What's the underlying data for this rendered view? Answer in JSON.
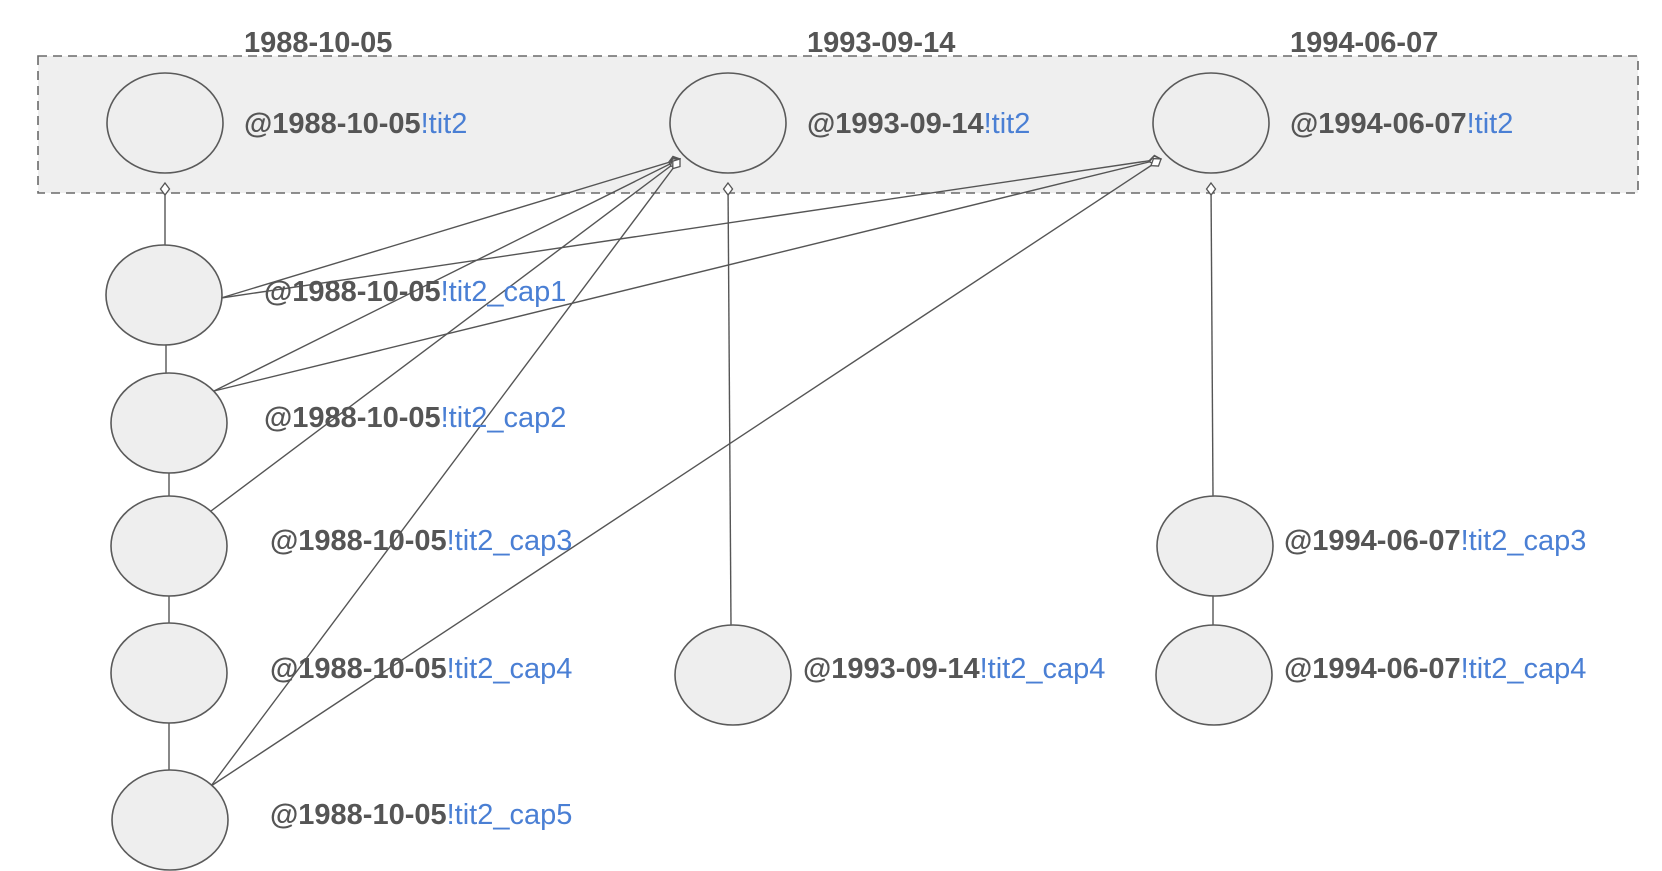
{
  "group": {
    "dates": [
      "1988-10-05",
      "1993-09-14",
      "1994-06-07"
    ]
  },
  "nodes": [
    {
      "id": "n1988",
      "date": "@1988-10-05",
      "suffix": "!tit2"
    },
    {
      "id": "n1993",
      "date": "@1993-09-14",
      "suffix": "!tit2"
    },
    {
      "id": "n1994",
      "date": "@1994-06-07",
      "suffix": "!tit2"
    },
    {
      "id": "c1",
      "date": "@1988-10-05",
      "suffix": "!tit2_cap1"
    },
    {
      "id": "c2",
      "date": "@1988-10-05",
      "suffix": "!tit2_cap2"
    },
    {
      "id": "c3",
      "date": "@1988-10-05",
      "suffix": "!tit2_cap3"
    },
    {
      "id": "c4",
      "date": "@1988-10-05",
      "suffix": "!tit2_cap4"
    },
    {
      "id": "c5",
      "date": "@1988-10-05",
      "suffix": "!tit2_cap5"
    },
    {
      "id": "d4",
      "date": "@1993-09-14",
      "suffix": "!tit2_cap4"
    },
    {
      "id": "e3",
      "date": "@1994-06-07",
      "suffix": "!tit2_cap3"
    },
    {
      "id": "e4",
      "date": "@1994-06-07",
      "suffix": "!tit2_cap4"
    }
  ],
  "edges": [
    {
      "from": "n1988",
      "to": "c1",
      "type": "aggregation"
    },
    {
      "from": "c1",
      "to": "c2",
      "type": "plain"
    },
    {
      "from": "c2",
      "to": "c3",
      "type": "plain"
    },
    {
      "from": "c3",
      "to": "c4",
      "type": "plain"
    },
    {
      "from": "c4",
      "to": "c5",
      "type": "plain"
    },
    {
      "from": "n1993",
      "to": "d4",
      "type": "aggregation"
    },
    {
      "from": "n1994",
      "to": "e3",
      "type": "aggregation"
    },
    {
      "from": "e3",
      "to": "e4",
      "type": "plain"
    },
    {
      "from": "n1993",
      "to": "c1",
      "type": "aggregation"
    },
    {
      "from": "n1993",
      "to": "c2",
      "type": "aggregation"
    },
    {
      "from": "n1993",
      "to": "c3",
      "type": "aggregation"
    },
    {
      "from": "n1993",
      "to": "c5",
      "type": "aggregation"
    },
    {
      "from": "n1994",
      "to": "c1",
      "type": "aggregation"
    },
    {
      "from": "n1994",
      "to": "c2",
      "type": "aggregation"
    },
    {
      "from": "n1994",
      "to": "c5",
      "type": "aggregation"
    }
  ],
  "colors": {
    "node_fill": "#eeeeee",
    "node_stroke": "#5a5a5a",
    "group_fill": "#efefef",
    "label_date": "#555555",
    "label_suffix": "#4a7fd4"
  }
}
